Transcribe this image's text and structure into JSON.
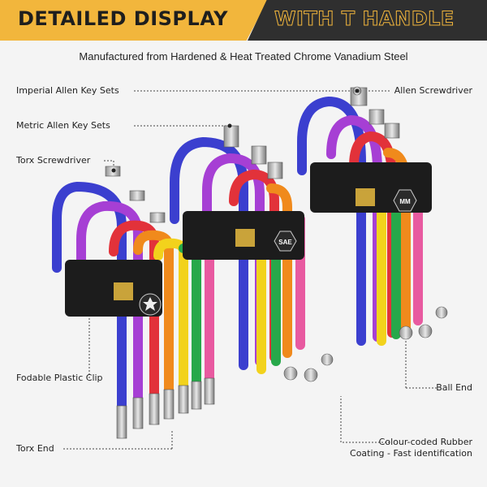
{
  "banner": {
    "title": "DETAILED DISPLAY",
    "subtitle": "WITH T HANDLE"
  },
  "tagline": "Manufactured from Hardened & Heat Treated Chrome Vanadium Steel",
  "callouts": {
    "imperial": "Imperial Allen Key Sets",
    "metric": "Metric Allen Key Sets",
    "torx_screwdriver": "Torx Screwdriver",
    "clip": "Fodable Plastic Clip",
    "torx_end": "Torx End",
    "allen_screwdriver": "Allen Screwdriver",
    "ball_end": "Ball End",
    "coating_line1": "Colour-coded Rubber",
    "coating_line2": "Coating - Fast identification"
  },
  "badges": {
    "sae": "SAE",
    "mm": "MM"
  },
  "colors": {
    "banner_yellow": "#f2b63c",
    "banner_dark": "#2f2f2f",
    "key_blue": "#3b3fcf",
    "key_purple": "#a63fd4",
    "key_red": "#e2323a",
    "key_orange": "#f08a1c",
    "key_yellow": "#f2d21c",
    "key_green": "#27a84a",
    "key_pink": "#e85aa0",
    "clip_black": "#1c1c1c"
  }
}
